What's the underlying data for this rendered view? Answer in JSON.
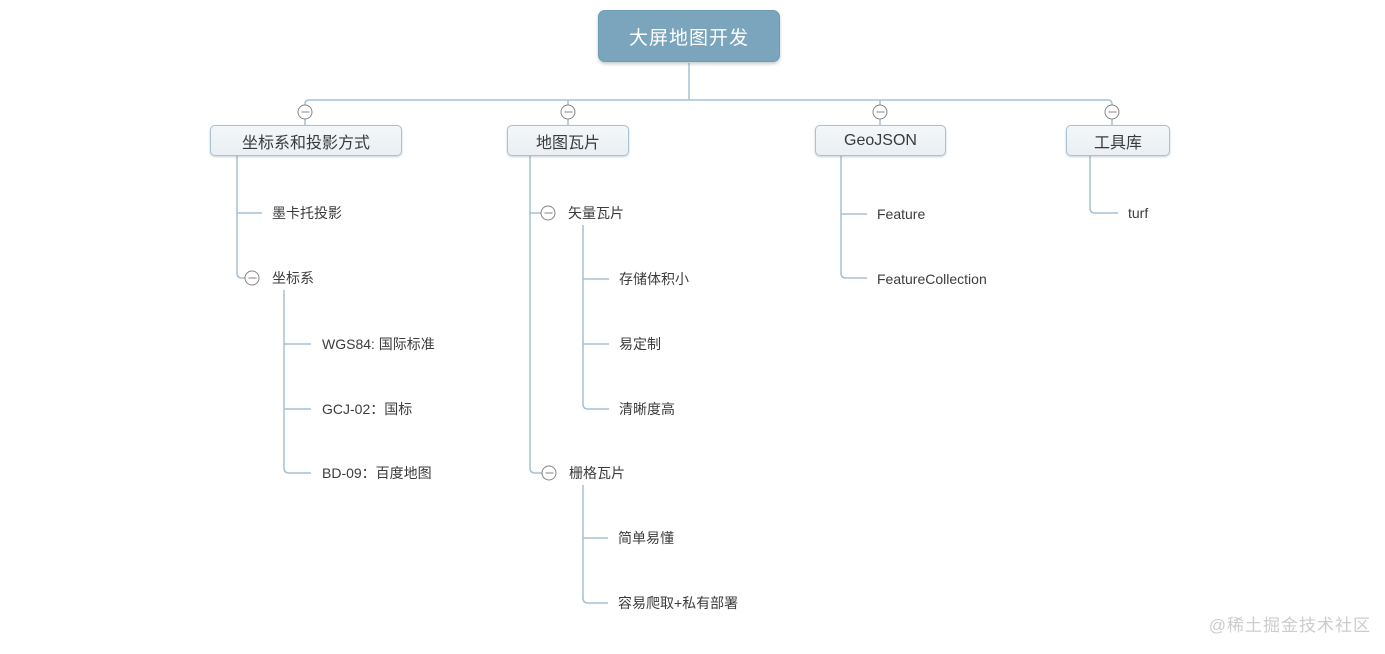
{
  "root": {
    "label": "大屏地图开发"
  },
  "branches": [
    {
      "label": "坐标系和投影方式",
      "children": [
        {
          "label": "墨卡托投影"
        },
        {
          "label": "坐标系",
          "children": [
            {
              "label": "WGS84: 国际标准"
            },
            {
              "label": "GCJ-02：国标"
            },
            {
              "label": "BD-09：百度地图"
            }
          ]
        }
      ]
    },
    {
      "label": "地图瓦片",
      "children": [
        {
          "label": "矢量瓦片",
          "children": [
            {
              "label": "存储体积小"
            },
            {
              "label": "易定制"
            },
            {
              "label": "清晰度高"
            }
          ]
        },
        {
          "label": "栅格瓦片",
          "children": [
            {
              "label": "简单易懂"
            },
            {
              "label": "容易爬取+私有部署"
            }
          ]
        }
      ]
    },
    {
      "label": "GeoJSON",
      "children": [
        {
          "label": "Feature"
        },
        {
          "label": "FeatureCollection"
        }
      ]
    },
    {
      "label": "工具库",
      "children": [
        {
          "label": "turf"
        }
      ]
    }
  ],
  "watermark": "@稀土掘金技术社区",
  "colors": {
    "root_fill": "#7aa5bd",
    "node_border": "#a9c1d0",
    "node_fill": "#eef3f6",
    "line": "#a6c1d3",
    "collapse_icon": "#858585",
    "text": "#3c3c3c",
    "watermark": "#cccccc"
  }
}
